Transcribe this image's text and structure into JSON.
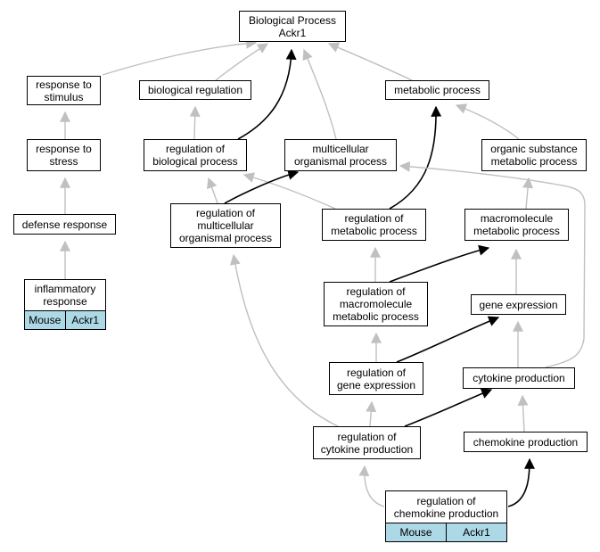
{
  "colors": {
    "edge_gray": "#c0c0c0",
    "edge_black": "#000000",
    "tag_fill": "#add8e6",
    "node_border": "#000000"
  },
  "nodes": {
    "root": "Biological Process\nAckr1",
    "response_to_stimulus": "response to\nstimulus",
    "biological_regulation": "biological regulation",
    "metabolic_process": "metabolic process",
    "response_to_stress": "response to\nstress",
    "regulation_of_biological_process": "regulation of\nbiological process",
    "multicellular_organismal_process": "multicellular\norganismal process",
    "organic_substance_metabolic_process": "organic substance\nmetabolic process",
    "defense_response": "defense response",
    "regulation_of_multicellular_organismal_process": "regulation of\nmulticellular\norganismal process",
    "regulation_of_metabolic_process": "regulation of\nmetabolic process",
    "macromolecule_metabolic_process": "macromolecule\nmetabolic process",
    "inflammatory_response": "inflammatory\nresponse",
    "regulation_of_macromolecule_metabolic_process": "regulation of\nmacromolecule\nmetabolic process",
    "gene_expression": "gene expression",
    "regulation_of_gene_expression": "regulation of\ngene expression",
    "cytokine_production": "cytokine production",
    "regulation_of_cytokine_production": "regulation of\ncytokine production",
    "chemokine_production": "chemokine production",
    "regulation_of_chemokine_production": "regulation of\nchemokine production"
  },
  "tags": {
    "inflammatory_response": [
      "Mouse",
      "Ackr1"
    ],
    "regulation_of_chemokine_production": [
      "Mouse",
      "Ackr1"
    ]
  }
}
